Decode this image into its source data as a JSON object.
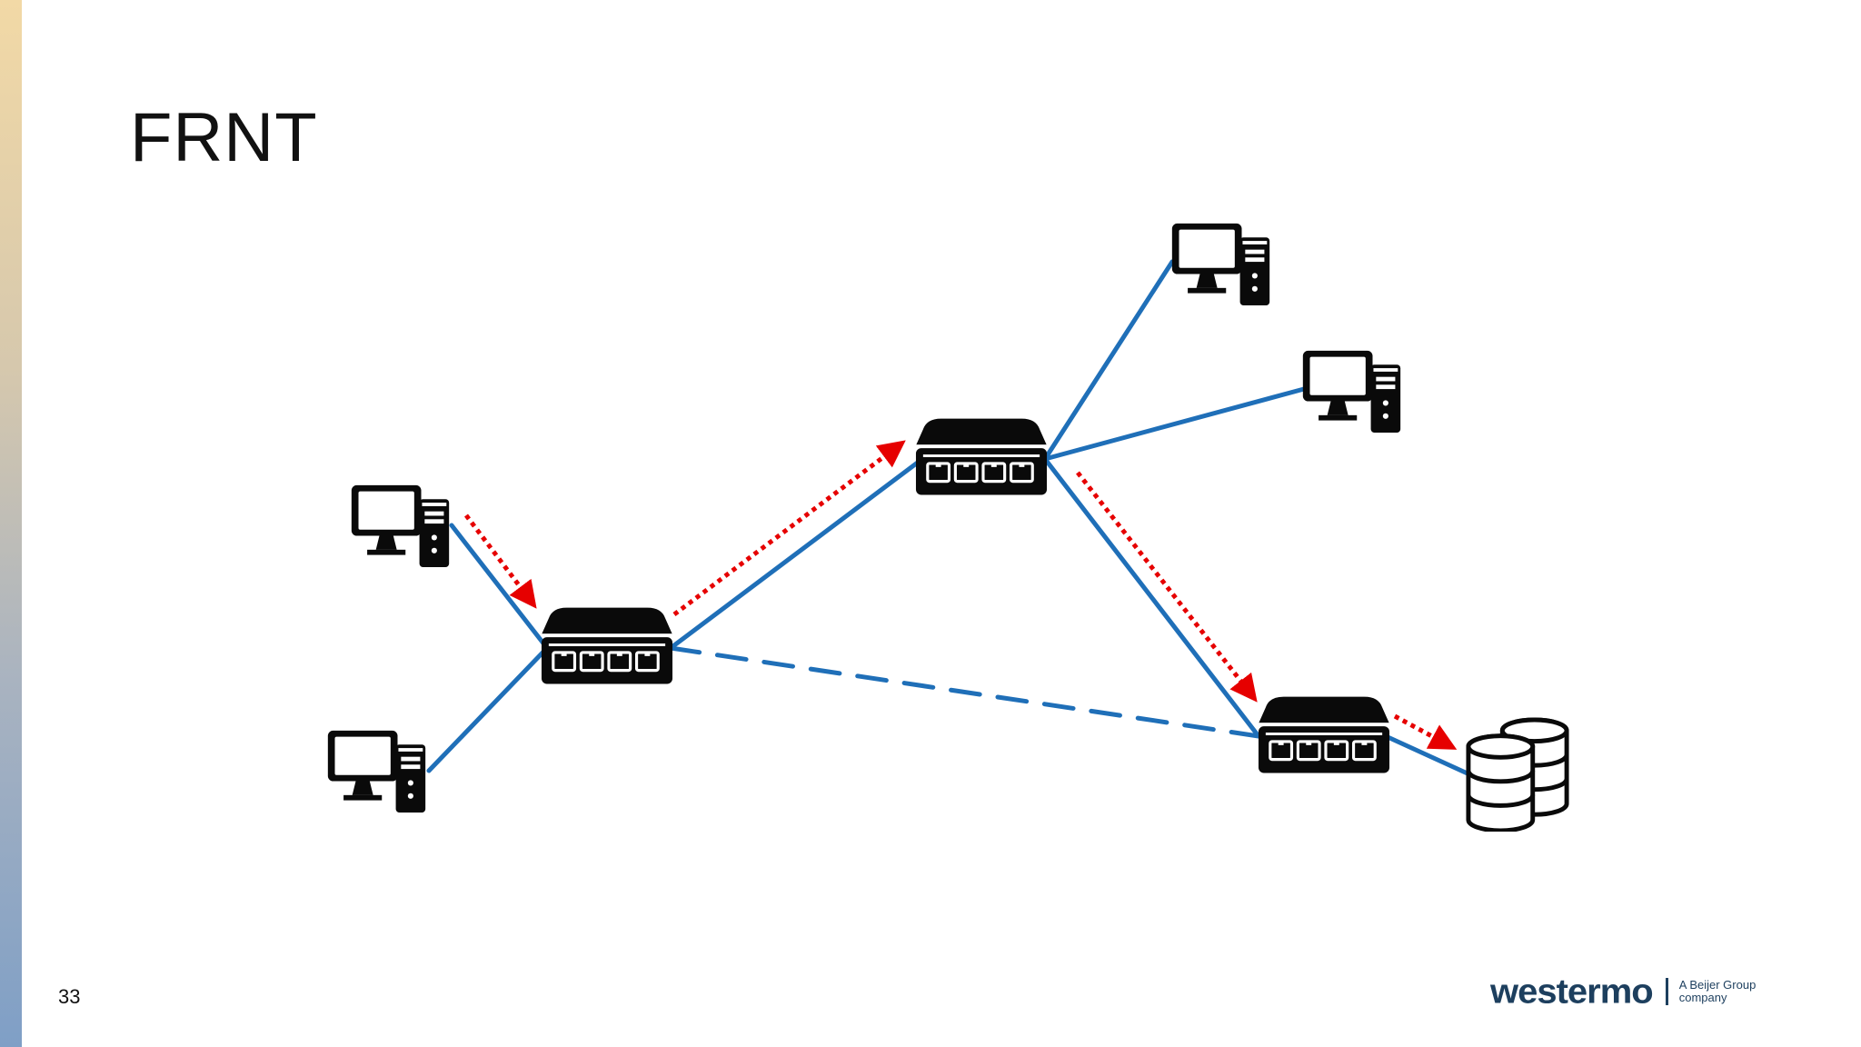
{
  "slide": {
    "title": "FRNT",
    "page_number": "33"
  },
  "logo": {
    "wordmark": "westermo",
    "tagline": "A Beijer Group company"
  },
  "diagram": {
    "nodes": [
      {
        "id": "pc-left-top",
        "kind": "computer"
      },
      {
        "id": "pc-left-bottom",
        "kind": "computer"
      },
      {
        "id": "switch-a",
        "kind": "switch"
      },
      {
        "id": "switch-b",
        "kind": "switch"
      },
      {
        "id": "switch-c",
        "kind": "switch"
      },
      {
        "id": "pc-right-top",
        "kind": "computer"
      },
      {
        "id": "pc-right-middle",
        "kind": "computer"
      },
      {
        "id": "database",
        "kind": "database"
      }
    ],
    "links": [
      {
        "from": "pc-left-top",
        "to": "switch-a",
        "style": "solid"
      },
      {
        "from": "pc-left-bottom",
        "to": "switch-a",
        "style": "solid"
      },
      {
        "from": "switch-a",
        "to": "switch-b",
        "style": "solid"
      },
      {
        "from": "switch-b",
        "to": "pc-right-top",
        "style": "solid"
      },
      {
        "from": "switch-b",
        "to": "pc-right-middle",
        "style": "solid"
      },
      {
        "from": "switch-b",
        "to": "switch-c",
        "style": "solid"
      },
      {
        "from": "switch-a",
        "to": "switch-c",
        "style": "dashed"
      },
      {
        "from": "switch-c",
        "to": "database",
        "style": "solid"
      }
    ],
    "traffic_flow": [
      "pc-left-top",
      "switch-a",
      "switch-b",
      "switch-c",
      "database"
    ],
    "colors": {
      "link": "#1f6fb8",
      "flow_arrow": "#e60000",
      "device": "#0a0a0a"
    }
  }
}
